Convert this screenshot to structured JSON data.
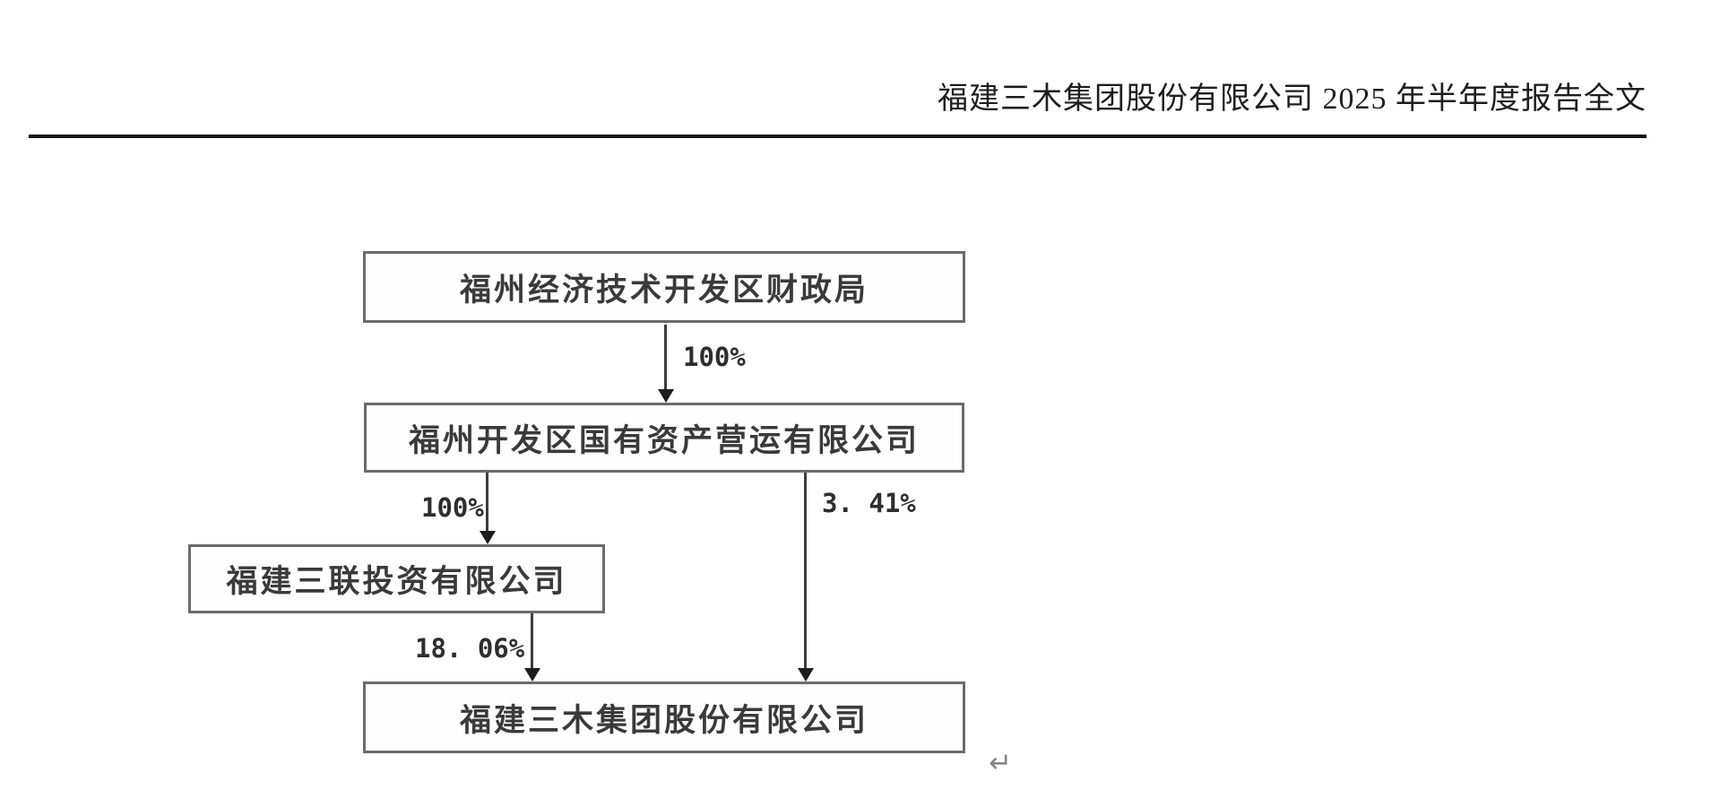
{
  "header": {
    "title": "福建三木集团股份有限公司 2025 年半年度报告全文"
  },
  "diagram": {
    "type": "ownership-structure-flowchart",
    "nodes": [
      {
        "id": "finance-bureau",
        "label": "福州经济技术开发区财政局"
      },
      {
        "id": "state-assets",
        "label": "福州开发区国有资产营运有限公司"
      },
      {
        "id": "sanlian",
        "label": "福建三联投资有限公司"
      },
      {
        "id": "sanmu",
        "label": "福建三木集团股份有限公司"
      }
    ],
    "edges": [
      {
        "from": "finance-bureau",
        "to": "state-assets",
        "label": "100%"
      },
      {
        "from": "state-assets",
        "to": "sanlian",
        "label": "100%"
      },
      {
        "from": "state-assets",
        "to": "sanmu",
        "label": "3. 41%"
      },
      {
        "from": "sanlian",
        "to": "sanmu",
        "label": "18. 06%"
      }
    ],
    "return_mark": "↵"
  },
  "colors": {
    "box_border": "#6b6b6b",
    "box_text": "#3a3a3a",
    "line": "#3d3d3d",
    "header_rule": "#141414",
    "return_mark": "#858585",
    "background": "#ffffff"
  }
}
